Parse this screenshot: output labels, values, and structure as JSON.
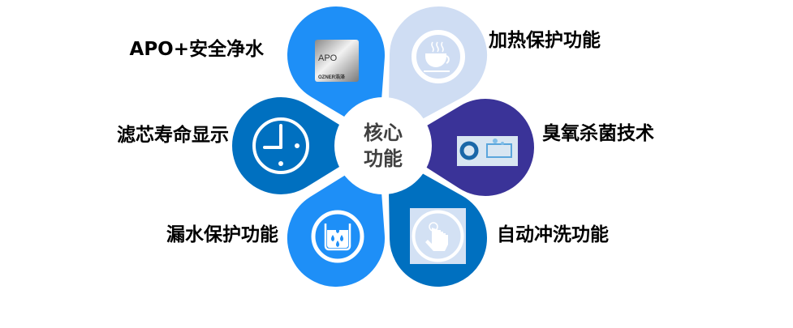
{
  "center": {
    "line1": "核心",
    "line2": "功能"
  },
  "features": [
    {
      "label": "APO+安全净水",
      "icon": "apo-badge-icon",
      "color": "#1E8FF7",
      "badge_text": "APO",
      "badge_brand": "OZNER浩泽"
    },
    {
      "label": "加热保护功能",
      "icon": "hot-cup-icon",
      "color": "#CFDDF3"
    },
    {
      "label": "臭氧杀菌技术",
      "icon": "ozone-icon",
      "color": "#3A3398"
    },
    {
      "label": "自动冲洗功能",
      "icon": "touch-hand-icon",
      "color": "#0070C0"
    },
    {
      "label": "漏水保护功能",
      "icon": "water-drop-cup-icon",
      "color": "#1E8FF7"
    },
    {
      "label": "滤芯寿命显示",
      "icon": "clock-icon",
      "color": "#0070C0"
    }
  ]
}
